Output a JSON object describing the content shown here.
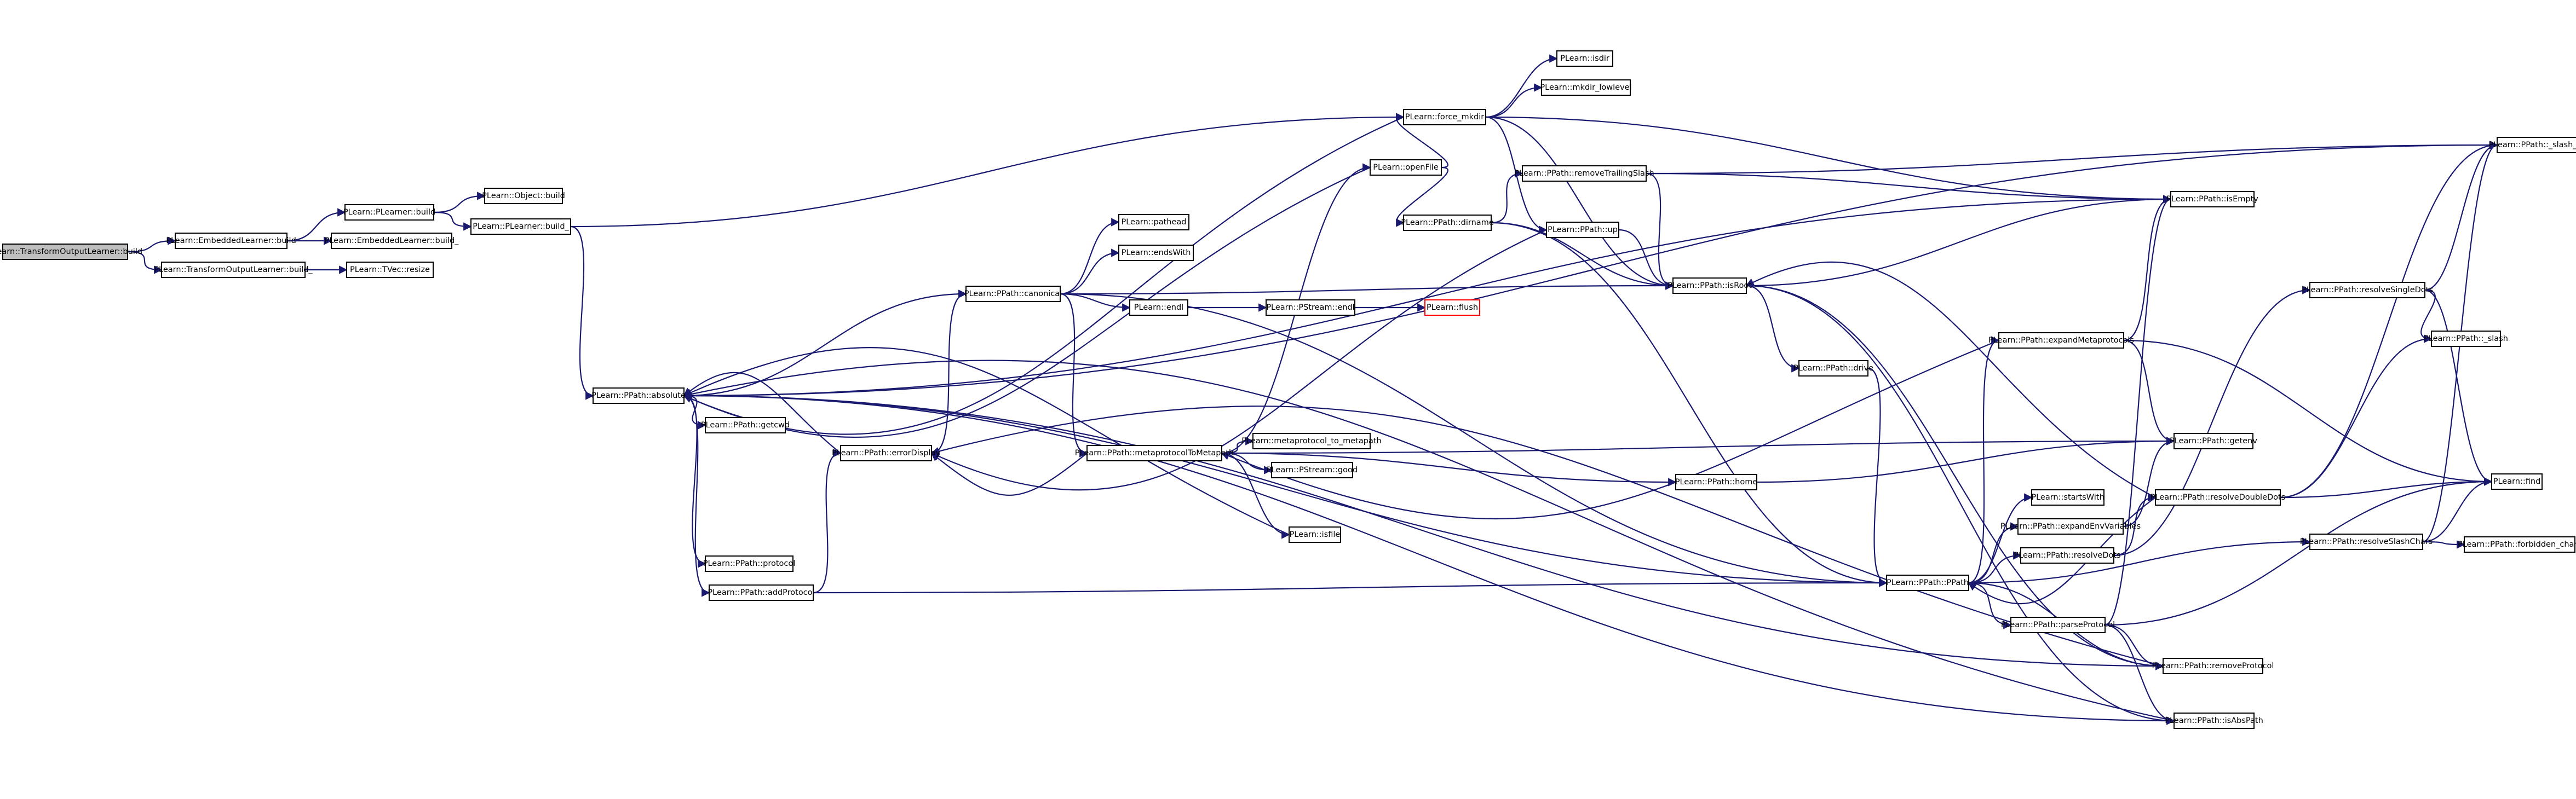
{
  "colors": {
    "edge": "#191970",
    "root_fill": "#bfbfbf",
    "node_fill": "#ffffff",
    "node_border": "#000000",
    "truncated_border": "#ff0000"
  },
  "nodes": [
    {
      "id": "n0",
      "label": "PLearn::TransformOutputLearner::build",
      "kind": "root"
    },
    {
      "id": "n1",
      "label": "PLearn::EmbeddedLearner::build"
    },
    {
      "id": "n2",
      "label": "PLearn::TransformOutputLearner::build_"
    },
    {
      "id": "n3",
      "label": "PLearn::PLearner::build"
    },
    {
      "id": "n4",
      "label": "PLearn::EmbeddedLearner::build_"
    },
    {
      "id": "n5",
      "label": "PLearn::TVec::resize"
    },
    {
      "id": "n6",
      "label": "PLearn::Object::build"
    },
    {
      "id": "n7",
      "label": "PLearn::PLearner::build_"
    },
    {
      "id": "n8",
      "label": "PLearn::PPath::absolute"
    },
    {
      "id": "n9",
      "label": "PLearn::PPath::getcwd"
    },
    {
      "id": "n10",
      "label": "PLearn::PPath::protocol"
    },
    {
      "id": "n11",
      "label": "PLearn::PPath::addProtocol"
    },
    {
      "id": "n12",
      "label": "PLearn::PPath::errorDisplay"
    },
    {
      "id": "n13",
      "label": "PLearn::PPath::canonical"
    },
    {
      "id": "n14",
      "label": "PLearn::pathead"
    },
    {
      "id": "n15",
      "label": "PLearn::endsWith"
    },
    {
      "id": "n16",
      "label": "PLearn::endl"
    },
    {
      "id": "n17",
      "label": "PLearn::PStream::endl"
    },
    {
      "id": "n18",
      "label": "PLearn::flush",
      "kind": "truncated"
    },
    {
      "id": "n19",
      "label": "PLearn::openFile"
    },
    {
      "id": "n20",
      "label": "PLearn::force_mkdir"
    },
    {
      "id": "n21",
      "label": "PLearn::isdir"
    },
    {
      "id": "n22",
      "label": "PLearn::mkdir_lowlevel"
    },
    {
      "id": "n23",
      "label": "PLearn::PPath::dirname"
    },
    {
      "id": "n24",
      "label": "PLearn::PPath::removeTrailingSlash"
    },
    {
      "id": "n25",
      "label": "PLearn::PPath::up"
    },
    {
      "id": "n26",
      "label": "PLearn::PPath::isRoot"
    },
    {
      "id": "n27",
      "label": "PLearn::PPath::drive"
    },
    {
      "id": "n28",
      "label": "PLearn::PPath::metaprotocolToMetapath"
    },
    {
      "id": "n29",
      "label": "PLearn::metaprotocol_to_metapath"
    },
    {
      "id": "n30",
      "label": "PLearn::PStream::good"
    },
    {
      "id": "n31",
      "label": "PLearn::PPath::home"
    },
    {
      "id": "n32",
      "label": "PLearn::isfile"
    },
    {
      "id": "n33",
      "label": "PLearn::PPath::PPath"
    },
    {
      "id": "n34",
      "label": "PLearn::PPath::expandMetaprotocols"
    },
    {
      "id": "n35",
      "label": "PLearn::PPath::getenv"
    },
    {
      "id": "n36",
      "label": "PLearn::startsWith"
    },
    {
      "id": "n37",
      "label": "PLearn::PPath::expandEnvVariables"
    },
    {
      "id": "n38",
      "label": "PLearn::PPath::resolveDots"
    },
    {
      "id": "n39",
      "label": "PLearn::PPath::parseProtocol"
    },
    {
      "id": "n40",
      "label": "PLearn::PPath::removeProtocol"
    },
    {
      "id": "n41",
      "label": "PLearn::PPath::isAbsPath"
    },
    {
      "id": "n42",
      "label": "PLearn::PPath::resolveDoubleDots"
    },
    {
      "id": "n43",
      "label": "PLearn::PPath::resolveSingleDots"
    },
    {
      "id": "n44",
      "label": "PLearn::PPath::resolveSlashChars"
    },
    {
      "id": "n45",
      "label": "PLearn::PPath::_slash"
    },
    {
      "id": "n46",
      "label": "PLearn::find"
    },
    {
      "id": "n47",
      "label": "PLearn::PPath::forbidden_chars"
    },
    {
      "id": "n48",
      "label": "PLearn::PPath::isEmpty"
    },
    {
      "id": "n49",
      "label": "PLearn::PPath::_slash_char"
    }
  ]
}
